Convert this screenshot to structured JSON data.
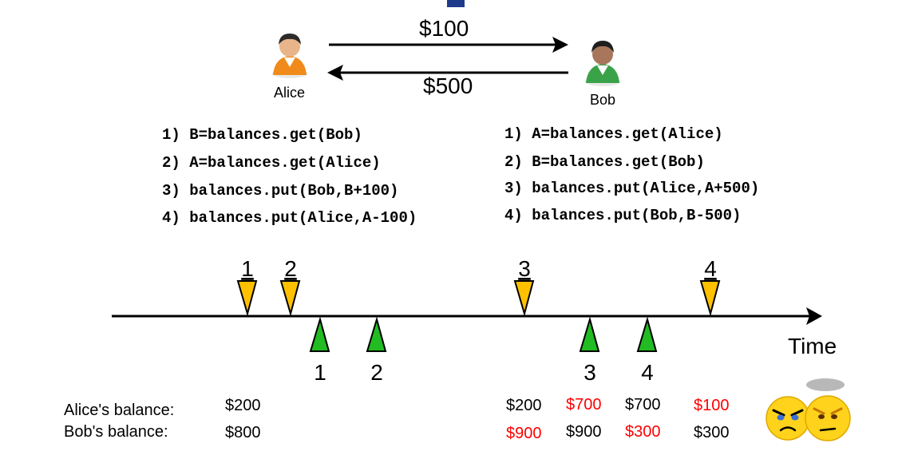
{
  "participants": {
    "alice": "Alice",
    "bob": "Bob"
  },
  "transfers": {
    "alice_to_bob": "$100",
    "bob_to_alice": "$500"
  },
  "alice_steps": [
    "1) B=balances.get(Bob)",
    "2) A=balances.get(Alice)",
    "3) balances.put(Bob,B+100)",
    "4) balances.put(Alice,A-100)"
  ],
  "bob_steps": [
    "1) A=balances.get(Alice)",
    "2) B=balances.get(Bob)",
    "3) balances.put(Alice,A+500)",
    "4) balances.put(Bob,B-500)"
  ],
  "timeline": {
    "axis_label": "Time",
    "alice_markers": [
      "1",
      "2",
      "3",
      "4"
    ],
    "bob_markers": [
      "1",
      "2",
      "3",
      "4"
    ]
  },
  "balances": {
    "alice_label": "Alice's balance:",
    "bob_label": "Bob's balance:",
    "alice_values": [
      "$200",
      "$200",
      "$700",
      "$700",
      "$100"
    ],
    "bob_values": [
      "$800",
      "$900",
      "$900",
      "$300",
      "$300"
    ]
  },
  "colors": {
    "alice_marker": "#ffc000",
    "bob_marker": "#22bb22",
    "highlight": "#ff0000",
    "title_accent": "#1f3a8c"
  },
  "icons": [
    "alice-avatar-icon",
    "bob-avatar-icon",
    "angry-face-icon",
    "annoyed-face-icon"
  ]
}
